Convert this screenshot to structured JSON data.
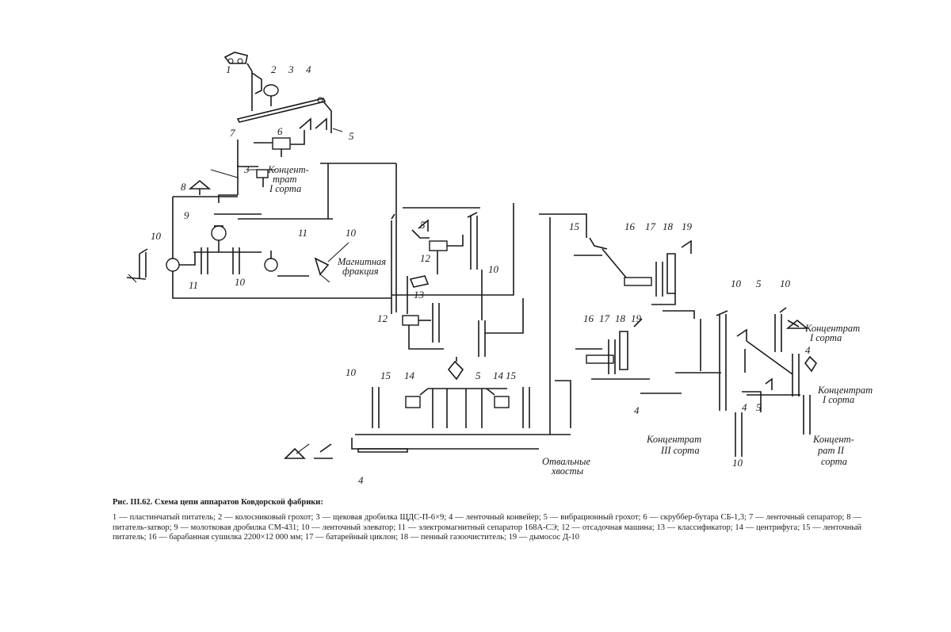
{
  "figure": {
    "caption_title": "Рис. III.62. Схема цепи аппаратов Ковдорской фабрики:",
    "legend": "1 — пластинчатый питатель; 2 — колосниковый грохот; 3 — щековая дробилка ЩДС-П-6×9; 4 — ленточный конвейер; 5 — вибрационный грохот; 6 — скруббер-бутара СБ-1,3; 7 — ленточный сепаратор; 8 — питатель-затвор; 9 — молотковая дробилка СМ-431; 10 — ленточный элеватор; 11 — электромагнитный сепаратор 168А-СЭ; 12 — отсадочная машина; 13 — классификатор; 14 — центрифуга; 15 — ленточный питатель; 16 — барабанная сушилка 2200×12 000 мм; 17 — батарейный циклон; 18 — пенный газоочиститель; 19 — дымосос Д-10"
  },
  "labels": {
    "conc1_a": "Концент-",
    "conc1_b": "трат",
    "conc1_c": "I сорта",
    "magnetic_a": "Магнитная",
    "magnetic_b": "фракция",
    "tails_a": "Отвальные",
    "tails_b": "хвосты",
    "conc_r1_a": "Концентрат",
    "conc_r1_b": "I сорта",
    "conc_r2_a": "Концентрат",
    "conc_r2_b": "I сорта",
    "conc_r3_a": "Концентрат",
    "conc_r3_b": "III сорта",
    "conc_r4_a": "Концент-",
    "conc_r4_b": "рат II",
    "conc_r4_c": "сорта"
  },
  "numbers": {
    "n1": "1",
    "n2": "2",
    "n3": "3",
    "n4": "4",
    "n5": "5",
    "n6": "6",
    "n7": "7",
    "n8": "8",
    "n9": "9",
    "n10": "10",
    "n11": "11",
    "n12": "12",
    "n13": "13",
    "n14": "14",
    "n15": "15",
    "n16": "16",
    "n17": "17",
    "n18": "18",
    "n19": "19"
  }
}
